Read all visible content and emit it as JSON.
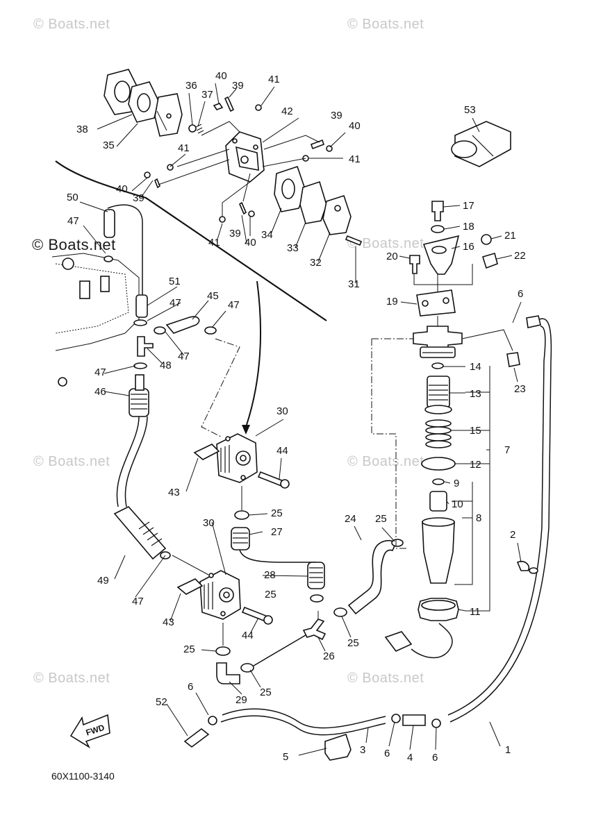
{
  "watermarks": {
    "top_left": "© Boats.net",
    "top_right": "© Boats.net",
    "mid_left_bold": "© Boats.net",
    "mid_center": "© Boats.net",
    "center_left": "© Boats.net",
    "center_right": "© Boats.net",
    "bottom_left": "© Boats.net",
    "bottom_right": "© Boats.net"
  },
  "diagram_code": "60X1100-3140",
  "fwd_label": "FWD",
  "callouts": [
    "1",
    "2",
    "3",
    "4",
    "5",
    "6",
    "6",
    "6",
    "6",
    "7",
    "8",
    "9",
    "10",
    "11",
    "12",
    "13",
    "14",
    "15",
    "16",
    "17",
    "18",
    "19",
    "20",
    "21",
    "22",
    "23",
    "24",
    "25",
    "25",
    "25",
    "25",
    "25",
    "25",
    "26",
    "27",
    "28",
    "29",
    "30",
    "30",
    "31",
    "32",
    "33",
    "34",
    "35",
    "36",
    "37",
    "38",
    "39",
    "39",
    "39",
    "39",
    "40",
    "40",
    "40",
    "40",
    "41",
    "41",
    "41",
    "41",
    "42",
    "43",
    "43",
    "44",
    "44",
    "45",
    "46",
    "47",
    "47",
    "47",
    "47",
    "47",
    "47",
    "48",
    "49",
    "50",
    "51",
    "52",
    "53"
  ]
}
